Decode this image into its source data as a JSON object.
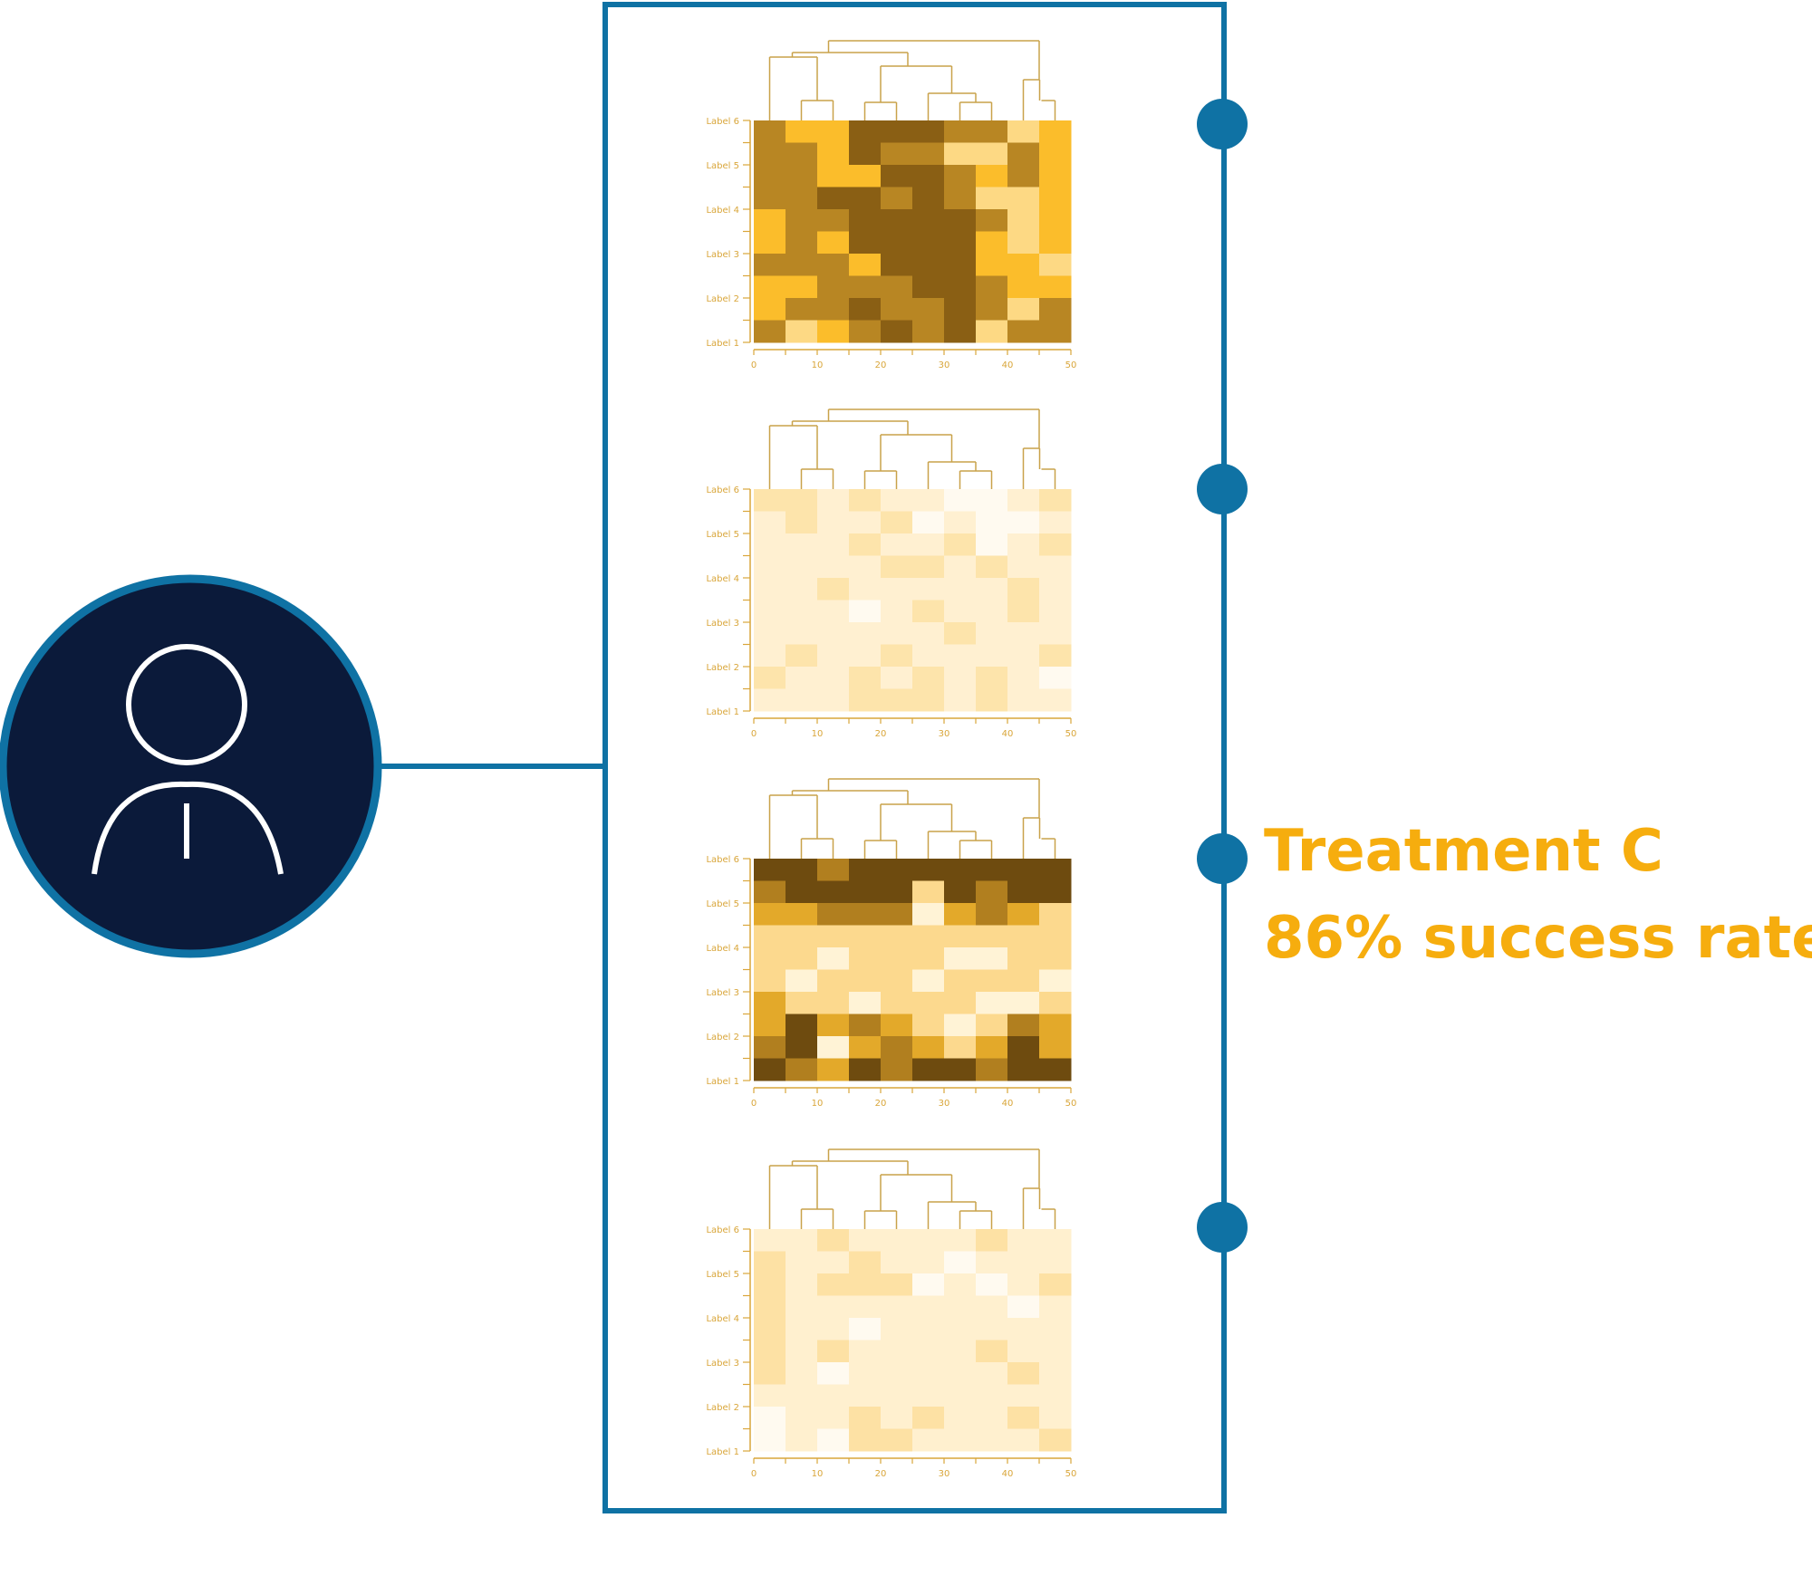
{
  "user_icon": {
    "icon": "person-icon",
    "bg_color": "#0b1a3a",
    "ring_color": "#0f72a4"
  },
  "timeline": {
    "color": "#0f72a4"
  },
  "callout": {
    "title": "Treatment C",
    "subtitle": "86% success rate",
    "color": "#f6ad0e"
  },
  "chart_data": [
    {
      "type": "heatmap",
      "y_labels": [
        "Label 1",
        "Label 2",
        "Label 3",
        "Label 4",
        "Label 5",
        "Label 6"
      ],
      "x_ticks": [
        "0",
        "10",
        "20",
        "30",
        "40",
        "50"
      ],
      "dendrogram": true,
      "levels": [
        [
          3,
          2,
          2,
          4,
          4,
          4,
          3,
          3,
          1,
          2
        ],
        [
          3,
          3,
          2,
          4,
          3,
          3,
          1,
          1,
          3,
          2
        ],
        [
          3,
          3,
          2,
          2,
          4,
          4,
          3,
          2,
          3,
          2
        ],
        [
          3,
          3,
          4,
          4,
          3,
          4,
          3,
          1,
          1,
          2
        ],
        [
          2,
          3,
          3,
          4,
          4,
          4,
          4,
          3,
          1,
          2
        ],
        [
          2,
          3,
          2,
          4,
          4,
          4,
          4,
          2,
          1,
          2
        ],
        [
          3,
          3,
          3,
          2,
          4,
          4,
          4,
          2,
          2,
          1
        ],
        [
          2,
          2,
          3,
          3,
          3,
          4,
          4,
          3,
          2,
          2
        ],
        [
          2,
          3,
          3,
          4,
          3,
          3,
          4,
          3,
          1,
          3
        ],
        [
          3,
          1,
          2,
          3,
          4,
          3,
          4,
          1,
          3,
          3
        ]
      ],
      "palette": [
        "#fff4dd",
        "#fdd984",
        "#fbbd2b",
        "#b88623",
        "#8a5f14"
      ]
    },
    {
      "type": "heatmap",
      "y_labels": [
        "Label 1",
        "Label 2",
        "Label 3",
        "Label 4",
        "Label 5",
        "Label 6"
      ],
      "x_ticks": [
        "0",
        "10",
        "20",
        "30",
        "40",
        "50"
      ],
      "dendrogram": true,
      "levels": [
        [
          2,
          2,
          1,
          2,
          1,
          1,
          0,
          0,
          1,
          2
        ],
        [
          1,
          2,
          1,
          1,
          2,
          0,
          1,
          0,
          0,
          1
        ],
        [
          1,
          1,
          1,
          2,
          1,
          1,
          2,
          0,
          1,
          2
        ],
        [
          1,
          1,
          1,
          1,
          2,
          2,
          1,
          2,
          1,
          1
        ],
        [
          1,
          1,
          2,
          1,
          1,
          1,
          1,
          1,
          2,
          1
        ],
        [
          1,
          1,
          1,
          0,
          1,
          2,
          1,
          1,
          2,
          1
        ],
        [
          1,
          1,
          1,
          1,
          1,
          1,
          2,
          1,
          1,
          1
        ],
        [
          1,
          2,
          1,
          1,
          2,
          1,
          1,
          1,
          1,
          2
        ],
        [
          2,
          1,
          1,
          2,
          1,
          2,
          1,
          2,
          1,
          0
        ],
        [
          1,
          1,
          1,
          2,
          2,
          2,
          1,
          2,
          1,
          1
        ]
      ],
      "palette": [
        "#fffaf0",
        "#fff0d1",
        "#fde4ab",
        "#fbd17c",
        "#f8c15a"
      ]
    },
    {
      "type": "heatmap",
      "y_labels": [
        "Label 1",
        "Label 2",
        "Label 3",
        "Label 4",
        "Label 5",
        "Label 6"
      ],
      "x_ticks": [
        "0",
        "10",
        "20",
        "30",
        "40",
        "50"
      ],
      "dendrogram": true,
      "levels": [
        [
          4,
          4,
          3,
          4,
          4,
          4,
          4,
          4,
          4,
          4
        ],
        [
          3,
          4,
          4,
          4,
          4,
          1,
          4,
          3,
          4,
          4
        ],
        [
          2,
          2,
          3,
          3,
          3,
          0,
          2,
          3,
          2,
          1
        ],
        [
          1,
          1,
          1,
          1,
          1,
          1,
          1,
          1,
          1,
          1
        ],
        [
          1,
          1,
          0,
          1,
          1,
          1,
          0,
          0,
          1,
          1
        ],
        [
          1,
          0,
          1,
          1,
          1,
          0,
          1,
          1,
          1,
          0
        ],
        [
          2,
          1,
          1,
          0,
          1,
          1,
          1,
          0,
          0,
          1
        ],
        [
          2,
          4,
          2,
          3,
          2,
          1,
          0,
          1,
          3,
          2
        ],
        [
          3,
          4,
          0,
          2,
          3,
          2,
          1,
          2,
          4,
          2
        ],
        [
          4,
          3,
          2,
          4,
          3,
          4,
          4,
          3,
          4,
          4
        ]
      ],
      "palette": [
        "#fff3d6",
        "#fcd98e",
        "#e3a92a",
        "#b17f1f",
        "#6e4b0f"
      ]
    },
    {
      "type": "heatmap",
      "y_labels": [
        "Label 1",
        "Label 2",
        "Label 3",
        "Label 4",
        "Label 5",
        "Label 6"
      ],
      "x_ticks": [
        "0",
        "10",
        "20",
        "30",
        "40",
        "50"
      ],
      "dendrogram": true,
      "levels": [
        [
          1,
          1,
          2,
          1,
          1,
          1,
          1,
          2,
          1,
          1
        ],
        [
          2,
          1,
          1,
          2,
          1,
          1,
          0,
          1,
          1,
          1
        ],
        [
          2,
          1,
          2,
          2,
          2,
          0,
          1,
          0,
          1,
          2
        ],
        [
          2,
          1,
          1,
          1,
          1,
          1,
          1,
          1,
          0,
          1
        ],
        [
          2,
          1,
          1,
          0,
          1,
          1,
          1,
          1,
          1,
          1
        ],
        [
          2,
          1,
          2,
          1,
          1,
          1,
          1,
          2,
          1,
          1
        ],
        [
          2,
          1,
          0,
          1,
          1,
          1,
          1,
          1,
          2,
          1
        ],
        [
          1,
          1,
          1,
          1,
          1,
          1,
          1,
          1,
          1,
          1
        ],
        [
          0,
          1,
          1,
          2,
          1,
          2,
          1,
          1,
          2,
          1
        ],
        [
          0,
          1,
          0,
          2,
          2,
          1,
          1,
          1,
          1,
          2
        ]
      ],
      "palette": [
        "#fffaf0",
        "#fff0cf",
        "#fde1a4",
        "#fbd17c",
        "#f8c15a"
      ]
    }
  ]
}
